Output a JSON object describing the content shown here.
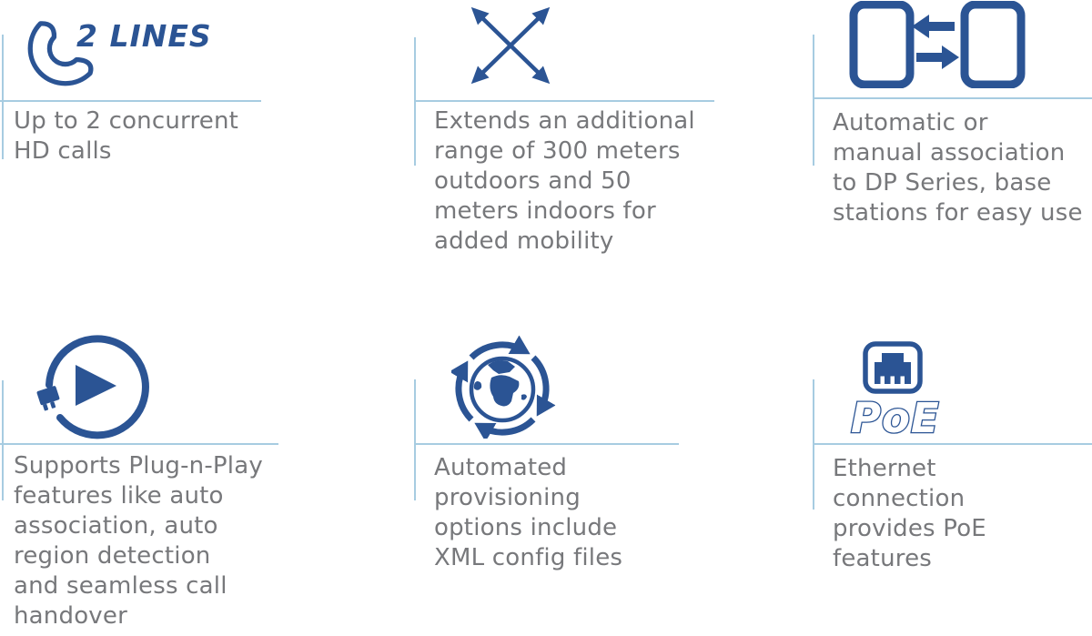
{
  "colors": {
    "accent_blue": "#2B5494",
    "divider_blue": "#A7CCE1",
    "text_gray": "#77787B"
  },
  "features": [
    {
      "icon": "phone-handset-icon",
      "badge": "2 LINES",
      "description": "Up to 2 concurrent\nHD calls"
    },
    {
      "icon": "expand-arrows-icon",
      "description": "Extends an additional\nrange of 300 meters\noutdoors and 50\nmeters indoors for\nadded mobility"
    },
    {
      "icon": "handsets-transfer-icon",
      "description": "Automatic or\nmanual association\nto DP Series, base\nstations for easy use"
    },
    {
      "icon": "plug-n-play-icon",
      "description": "Supports Plug-n-Play\nfeatures like auto\nassociation, auto\nregion detection\nand seamless call\nhandover"
    },
    {
      "icon": "globe-sync-icon",
      "description": "Automated\nprovisioning\noptions include\nXML config files"
    },
    {
      "icon": "ethernet-poe-icon",
      "badge": "PoE",
      "description": "Ethernet\nconnection\nprovides PoE\nfeatures"
    }
  ]
}
